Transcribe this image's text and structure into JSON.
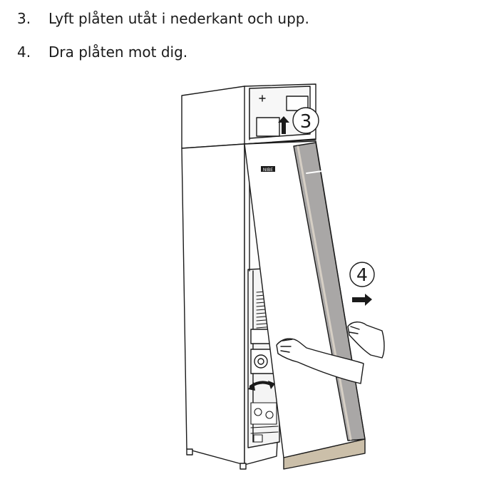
{
  "steps": [
    {
      "number": "3.",
      "text": "Lyft plåten utåt i nederkant och upp."
    },
    {
      "number": "4.",
      "text": "Dra plåten mot dig."
    }
  ],
  "illustration": {
    "callouts": [
      "3",
      "4"
    ],
    "brand_badge": "NIBE",
    "colors": {
      "line": "#1a1a1a",
      "panel_gray": "#a9a7a6",
      "panel_edge": "#d6cfc5",
      "bottom_trim": "#cbbfa9"
    }
  }
}
